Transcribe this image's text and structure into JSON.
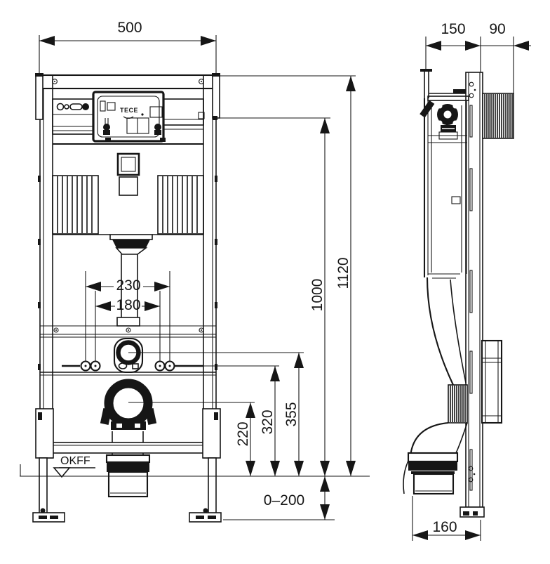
{
  "drawing": {
    "brand": "TECE",
    "floor_level_label": "OKFF",
    "front_view": {
      "overall_width": "500",
      "bolt_spacing_outer": "230",
      "bolt_spacing_inner": "180",
      "drain_center_height": "220",
      "bolt_height": "320",
      "flush_pipe_height": "355",
      "actuation_height": "1000",
      "frame_height": "1120",
      "foot_adjustment_range": "0–200"
    },
    "side_view": {
      "frame_depth": "150",
      "protection_box_depth": "90",
      "drain_outlet_offset": "160"
    }
  }
}
